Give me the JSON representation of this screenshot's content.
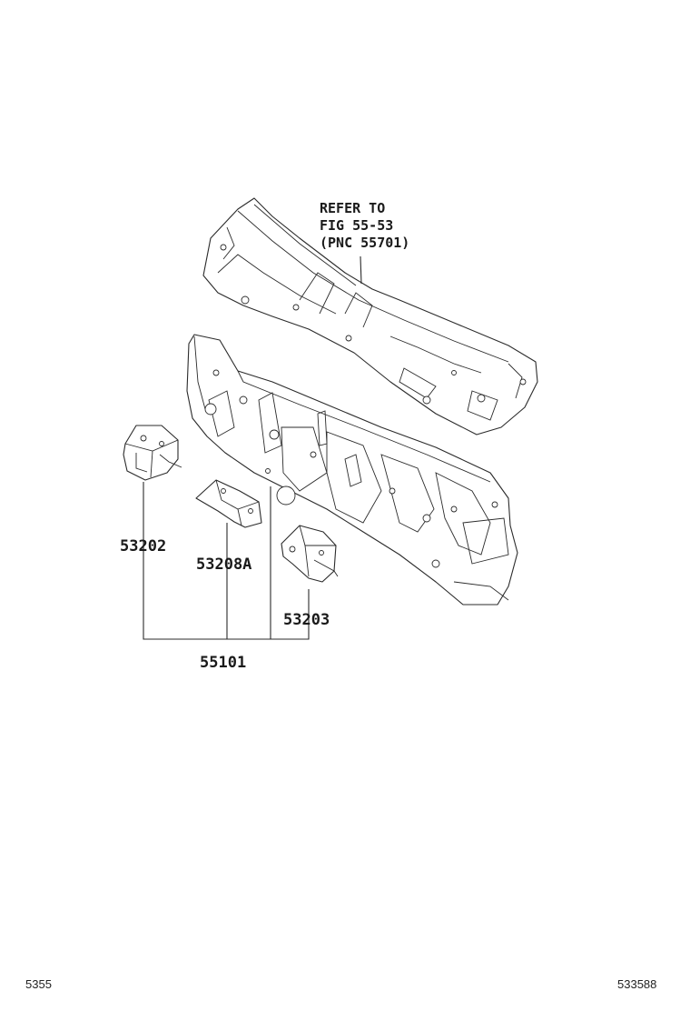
{
  "note": {
    "line1": "REFER TO",
    "line2": "FIG 55-53",
    "line3": "(PNC 55701)"
  },
  "parts": {
    "p53202": "53202",
    "p53208A": "53208A",
    "p53203": "53203",
    "p55101": "55101"
  },
  "footer": {
    "left": "5355",
    "right": "533588"
  }
}
